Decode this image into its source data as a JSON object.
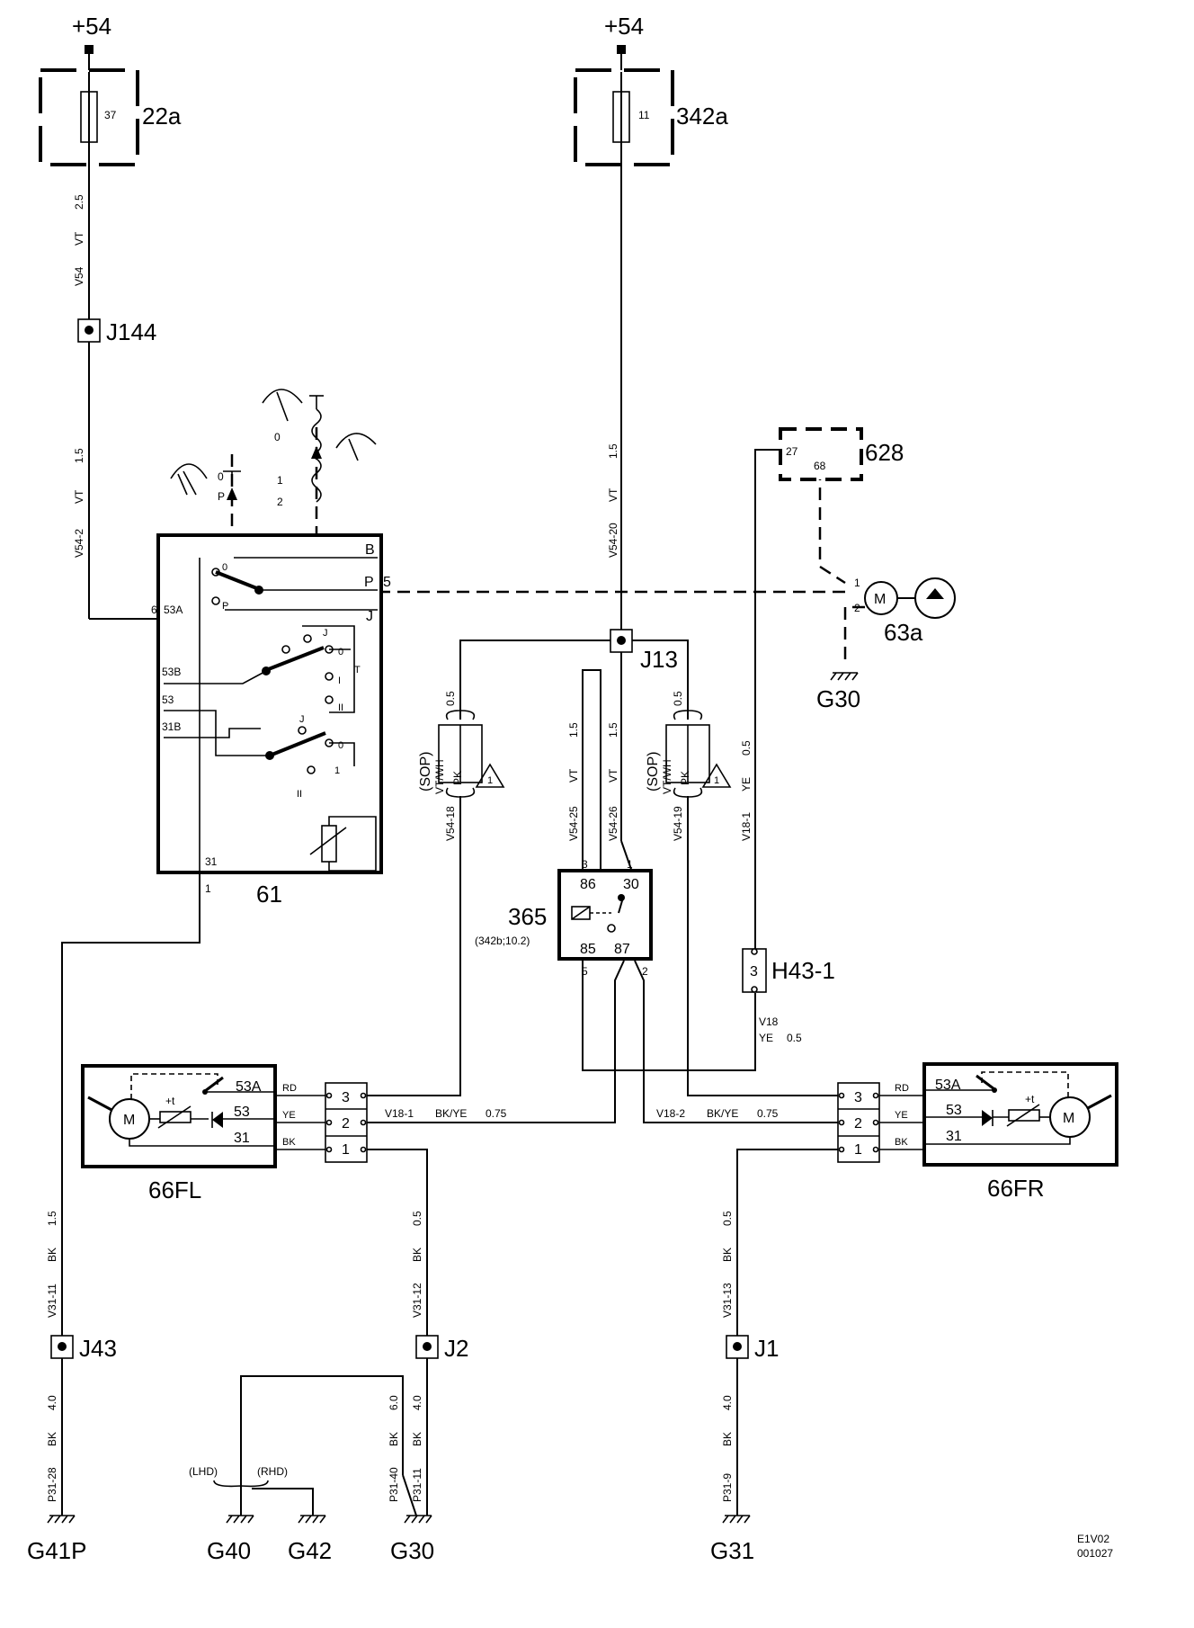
{
  "supply": {
    "left": "+54",
    "right": "+54"
  },
  "fuses": [
    {
      "id": "22a",
      "num": "37"
    },
    {
      "id": "342a",
      "num": "11"
    }
  ],
  "wire_labels": {
    "left_top": [
      "V54",
      "VT",
      "2.5"
    ],
    "left_mid": [
      "V54-2",
      "VT",
      "1.5"
    ],
    "center_top": [
      "V54-20",
      "VT",
      "1.5"
    ],
    "left_branch": [
      "V54-18",
      "VT/WH",
      "PK",
      "0.5"
    ],
    "relay_in_a": [
      "V54-25",
      "VT",
      "1.5"
    ],
    "relay_in_b": [
      "V54-26",
      "VT",
      "1.5"
    ],
    "right_branch": [
      "V54-19",
      "VT/WH",
      "PK",
      "0.5"
    ],
    "right_h43": [
      "V18-1",
      "YE",
      "0.5"
    ],
    "h43_bottom": [
      "V18",
      "YE",
      "0.5"
    ],
    "fl_link": [
      "V18-1",
      "BK/YE",
      "0.75"
    ],
    "fr_link": [
      "V18-2",
      "BK/YE",
      "0.75"
    ],
    "gnd_g41": [
      "V31-11",
      "BK",
      "1.5"
    ],
    "gnd_j2": [
      "V31-12",
      "BK",
      "0.5"
    ],
    "gnd_j1": [
      "V31-13",
      "BK",
      "0.5"
    ],
    "bot_g41": [
      "P31-28",
      "BK",
      "4.0"
    ],
    "bot_g40": [
      "P31-40",
      "BK",
      "6.0"
    ],
    "bot_g30": [
      "P31-11",
      "BK",
      "4.0"
    ],
    "bot_g31": [
      "P31-9",
      "BK",
      "4.0"
    ]
  },
  "sop": {
    "label": "(SOP)",
    "warning": "1"
  },
  "junctions": {
    "j144": "J144",
    "j13": "J13",
    "j43": "J43",
    "j2": "J2",
    "j1": "J1"
  },
  "switch61": {
    "id": "61",
    "pins": {
      "b": "B",
      "p": "P",
      "j": "J",
      "t": "T",
      "p5": "5",
      "p6": "6",
      "a53": "53A",
      "b53": "53B",
      "c53": "53",
      "b31": "31B",
      "p31": "31",
      "p1": "1"
    },
    "positions": {
      "zero": "0",
      "pee": "P",
      "one": "1",
      "two": "2",
      "roman1": "I",
      "roman2": "II"
    }
  },
  "module628": {
    "id": "628",
    "pin27": "27",
    "pin68": "68"
  },
  "motor63a": {
    "id": "63a",
    "symbol": "M",
    "pin1": "1",
    "pin2": "2",
    "ground": "G30"
  },
  "relay365": {
    "id": "365",
    "ref": "(342b;10.2)",
    "pins": {
      "86": "86",
      "30": "30",
      "85": "85",
      "87": "87"
    },
    "ext": {
      "a": "3",
      "b": "1",
      "c": "5",
      "d": "2"
    }
  },
  "connector_h43": {
    "id": "H43-1",
    "pin": "3"
  },
  "motor_fl": {
    "id": "66FL",
    "symbol": "M",
    "therm": "+t",
    "terminals": [
      "53A",
      "53",
      "31"
    ],
    "wires": [
      "RD",
      "YE",
      "BK"
    ],
    "pins": [
      "3",
      "2",
      "1"
    ]
  },
  "motor_fr": {
    "id": "66FR",
    "symbol": "M",
    "therm": "+t",
    "terminals": [
      "53A",
      "53",
      "31"
    ],
    "wires": [
      "RD",
      "YE",
      "BK"
    ],
    "pins": [
      "3",
      "2",
      "1"
    ]
  },
  "lhd_rhd": {
    "lhd": "(LHD)",
    "rhd": "(RHD)"
  },
  "grounds": [
    "G41P",
    "G40",
    "G42",
    "G30",
    "G31"
  ],
  "footer": {
    "code": "E1V02",
    "date": "001027"
  }
}
